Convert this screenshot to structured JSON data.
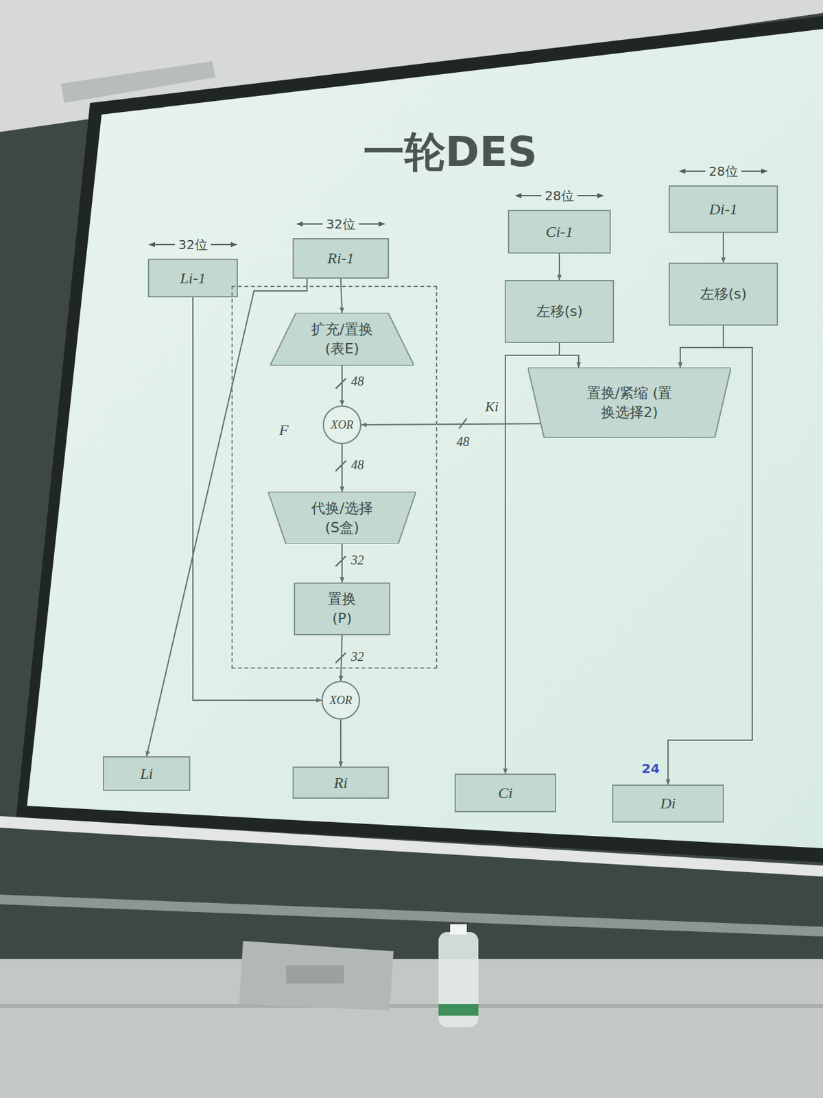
{
  "diagram": {
    "title": "一轮DES",
    "nodes": [
      {
        "text": [
          "Li-1"
        ]
      },
      {
        "text": [
          "Ri-1"
        ]
      },
      {
        "text": [
          "Ci-1"
        ]
      },
      {
        "text": [
          "Di-1"
        ]
      },
      {
        "text": [
          "F"
        ]
      },
      {
        "text": [
          "扩充/置换 (表E)"
        ],
        "in": 4
      },
      {
        "text": [
          "XOR"
        ],
        "in": 4
      },
      {
        "text": [
          "代换/选择 (S盒)"
        ],
        "in": 4
      },
      {
        "text": [
          "置换 (P)"
        ],
        "in": 4
      },
      {
        "text": [
          "左移(s)"
        ]
      },
      {
        "text": [
          "左移(s)"
        ]
      },
      {
        "text": [
          "置换/紧缩 (置换选择2)"
        ]
      },
      {
        "text": [
          "XOR"
        ]
      },
      {
        "text": [
          "Li"
        ]
      },
      {
        "text": [
          "Ri"
        ]
      },
      {
        "text": [
          "Ci"
        ]
      },
      {
        "text": [
          "Di"
        ]
      }
    ],
    "edges": [
      {
        "from": 1,
        "to": 5,
        "arrow": "to"
      },
      {
        "from": 5,
        "to": 6,
        "arrow": "to"
      },
      {
        "from": 6,
        "to": 7,
        "arrow": "to"
      },
      {
        "from": 7,
        "to": 8,
        "arrow": "to"
      },
      {
        "from": 8,
        "to": 12,
        "arrow": "to"
      },
      {
        "from": 0,
        "to": 12,
        "arrow": "to"
      },
      {
        "from": 12,
        "to": 14,
        "arrow": "to"
      },
      {
        "from": 1,
        "to": 13,
        "arrow": "to"
      },
      {
        "from": 2,
        "to": 9,
        "arrow": "to"
      },
      {
        "from": 3,
        "to": 10,
        "arrow": "to"
      },
      {
        "from": 9,
        "to": 11,
        "arrow": "to"
      },
      {
        "from": 10,
        "to": 11,
        "arrow": "to"
      },
      {
        "from": 11,
        "to": 6,
        "label": "Ki",
        "arrow": "to"
      },
      {
        "from": 9,
        "to": 15,
        "arrow": "to"
      },
      {
        "from": 10,
        "to": 16,
        "arrow": "to"
      }
    ],
    "labels": [
      "32位",
      "32位",
      "28位",
      "28位",
      "48",
      "48",
      "32",
      "32",
      "48",
      "24"
    ]
  }
}
